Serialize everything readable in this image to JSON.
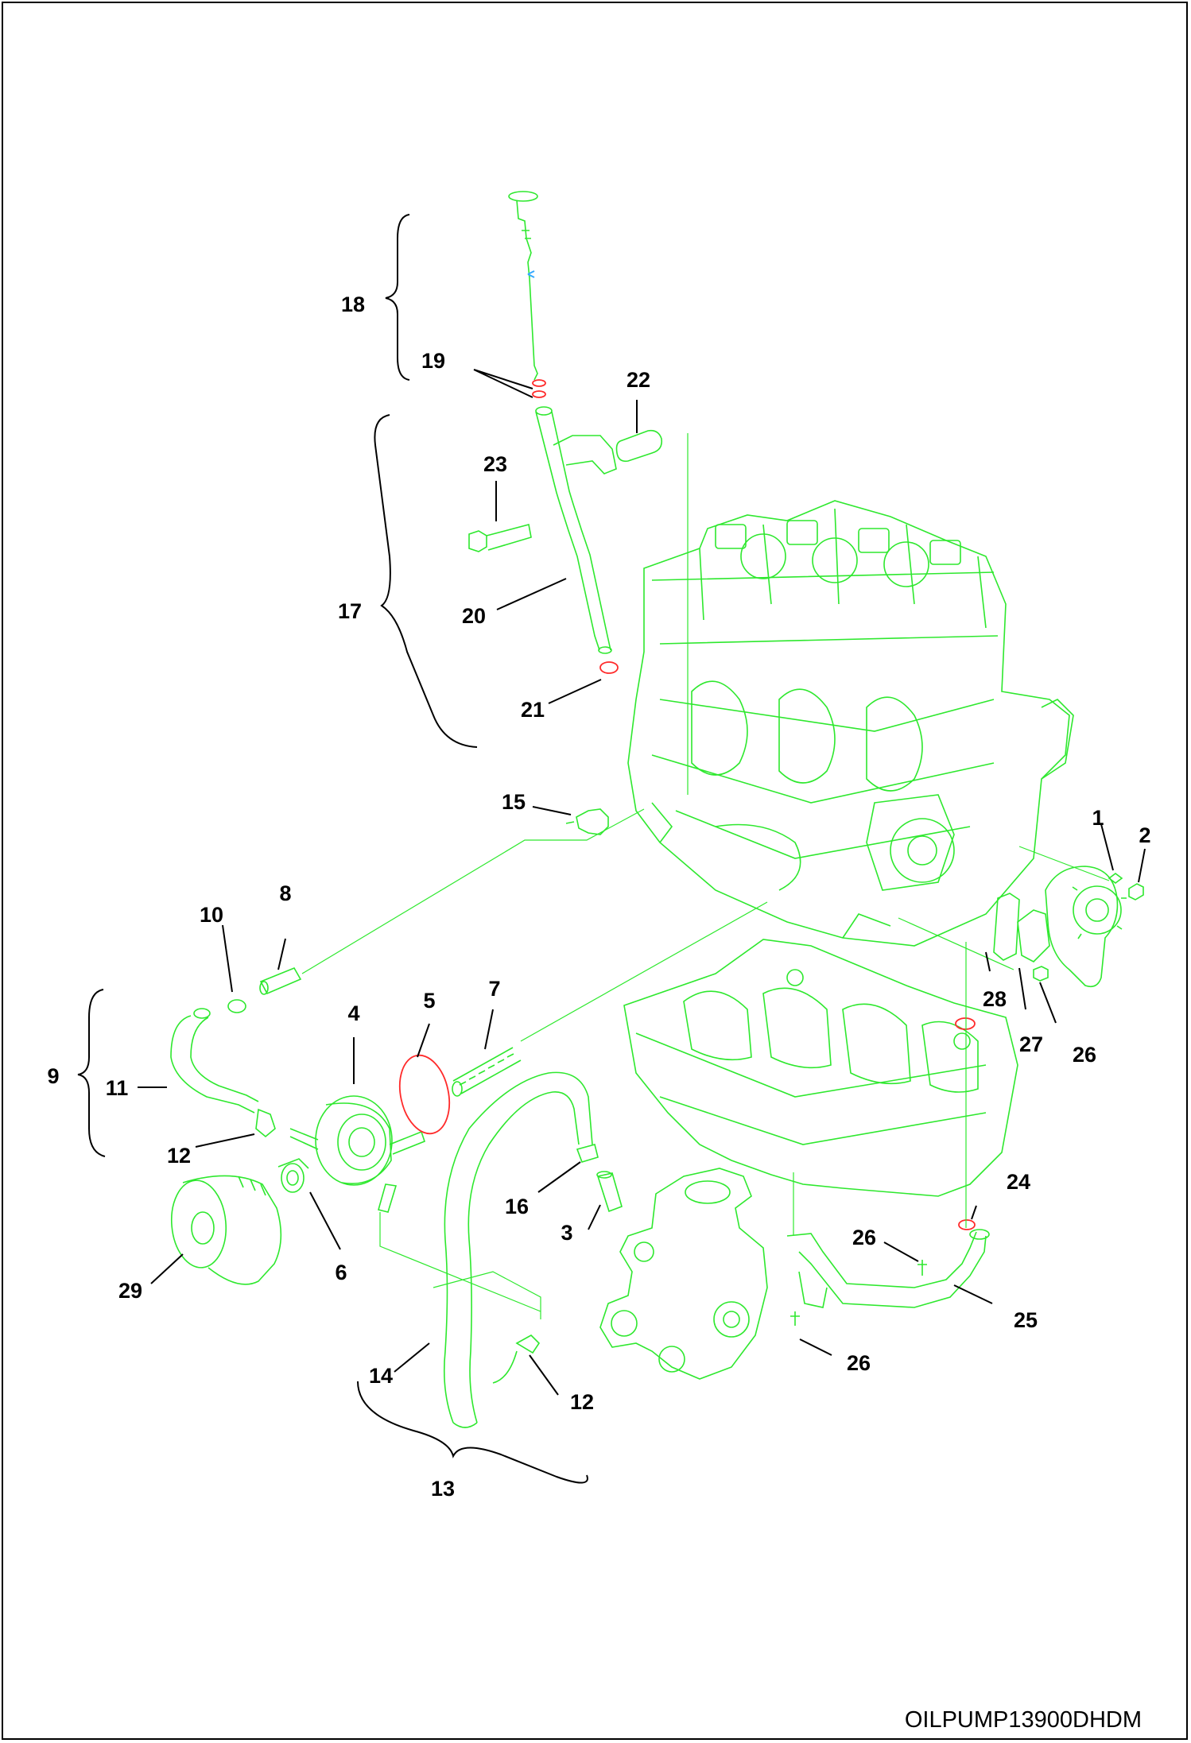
{
  "diagram": {
    "drawing_code": "OILPUMP13900DHDM",
    "colors": {
      "part_lines": "#2ee82e",
      "seal_rings": "#ff2a2a",
      "callouts": "#000000"
    },
    "callouts": [
      "1",
      "2",
      "3",
      "4",
      "5",
      "6",
      "7",
      "8",
      "9",
      "10",
      "11",
      "12",
      "12",
      "13",
      "14",
      "15",
      "16",
      "17",
      "18",
      "19",
      "20",
      "21",
      "22",
      "23",
      "24",
      "25",
      "26",
      "26",
      "26",
      "27",
      "28",
      "29"
    ]
  }
}
